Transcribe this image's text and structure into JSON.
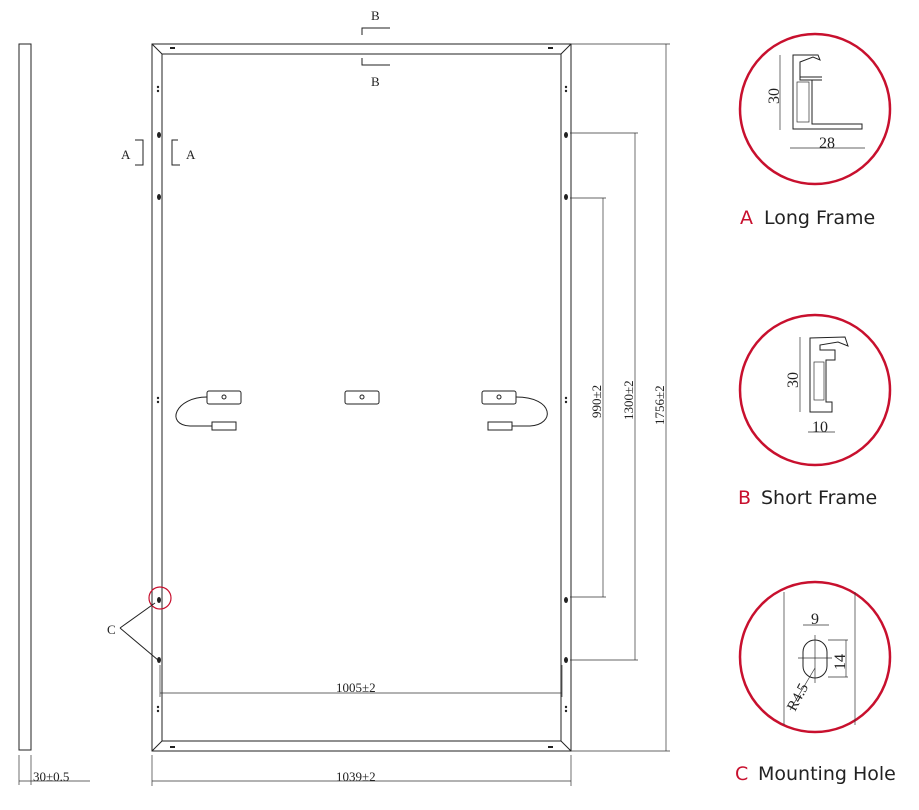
{
  "drawing": {
    "side_thickness": "30±0.5",
    "overall_width": "1039±2",
    "inner_width": "1005±2",
    "overall_length": "1756±2",
    "hole_spacing_outer": "1300±2",
    "hole_spacing_inner": "990±2",
    "section_a": "A",
    "section_b": "B",
    "detail_c": "C"
  },
  "details": [
    {
      "letter": "A",
      "title": "Long Frame",
      "dim_height": "30",
      "dim_width": "28"
    },
    {
      "letter": "B",
      "title": "Short Frame",
      "dim_height": "30",
      "dim_width": "10"
    },
    {
      "letter": "C",
      "title": "Mounting Hole",
      "dim_width": "9",
      "dim_height": "14",
      "dim_radius": "R4.5"
    }
  ],
  "colors": {
    "accent": "#c8102e",
    "line": "#222222"
  }
}
